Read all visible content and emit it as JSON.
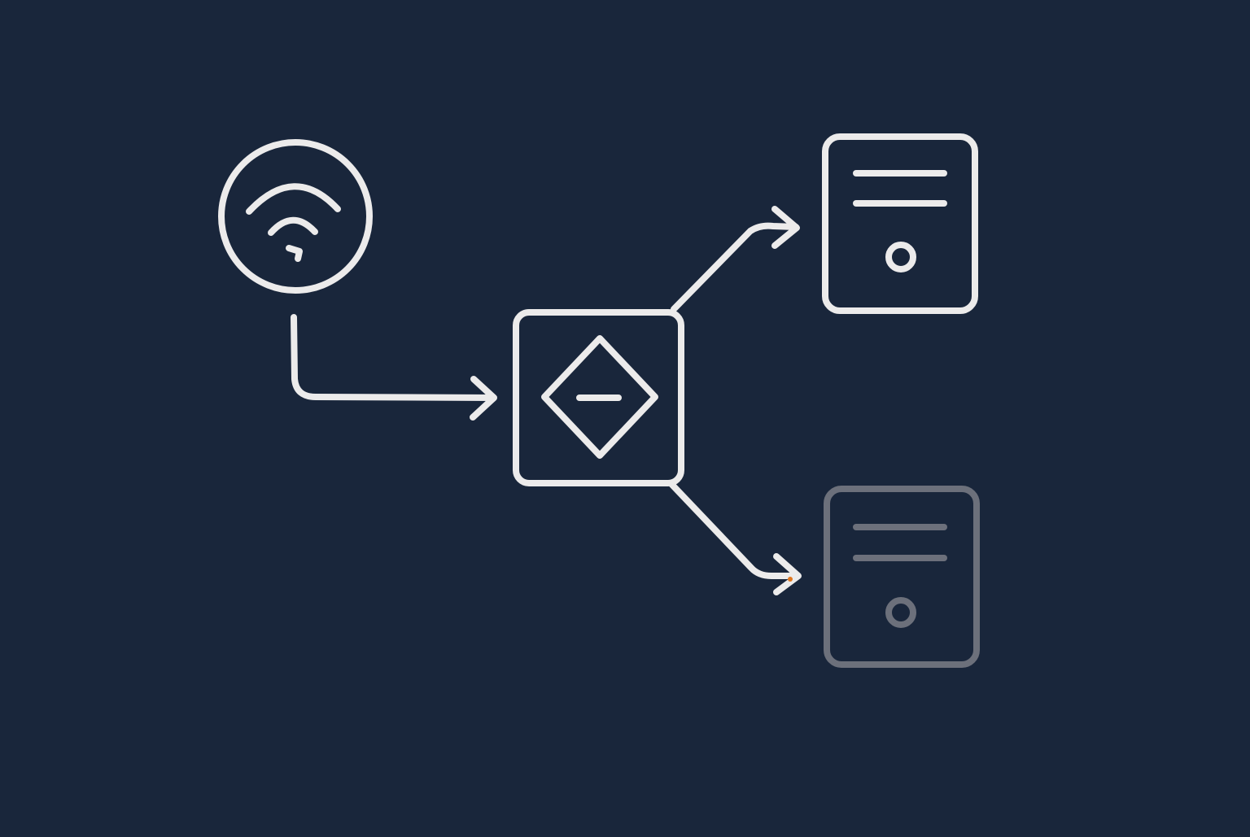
{
  "diagram": {
    "background": "#19263b",
    "stroke_color": "#ecebeb",
    "dimmed_stroke_color": "#6c707b",
    "accent_color": "#e0771f",
    "nodes": [
      {
        "id": "source",
        "icon": "wifi-signal-icon",
        "shape": "circle",
        "state": "active"
      },
      {
        "id": "router",
        "icon": "diamond-minus-icon",
        "shape": "rounded-square",
        "state": "active"
      },
      {
        "id": "server-primary",
        "icon": "server-icon",
        "shape": "rounded-rect",
        "state": "active"
      },
      {
        "id": "server-secondary",
        "icon": "server-icon",
        "shape": "rounded-rect",
        "state": "inactive"
      }
    ],
    "edges": [
      {
        "from": "source",
        "to": "router",
        "style": "elbow-arrow"
      },
      {
        "from": "router",
        "to": "server-primary",
        "style": "diagonal-arrow"
      },
      {
        "from": "router",
        "to": "server-secondary",
        "style": "diagonal-arrow"
      }
    ]
  }
}
